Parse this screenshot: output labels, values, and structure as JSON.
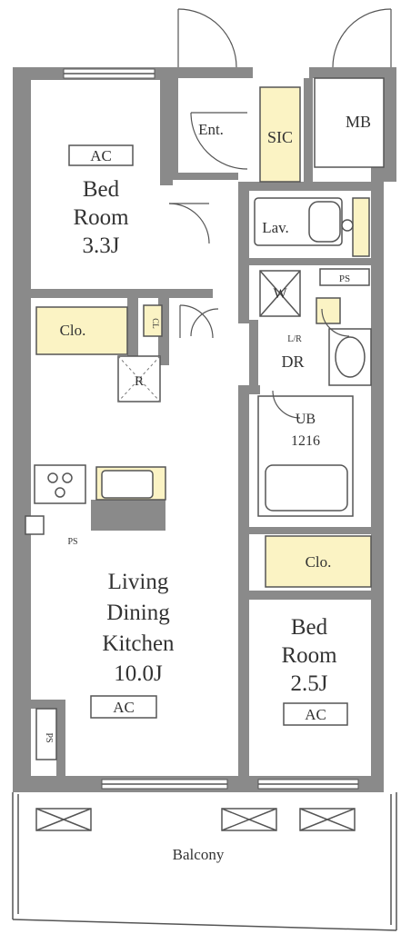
{
  "rooms": {
    "bedroom1": {
      "line1": "Bed",
      "line2": "Room",
      "size": "3.3J",
      "ac": "AC"
    },
    "bedroom2": {
      "line1": "Bed",
      "line2": "Room",
      "size": "2.5J",
      "ac": "AC"
    },
    "ldk": {
      "line1": "Living",
      "line2": "Dining",
      "line3": "Kitchen",
      "size": "10.0J",
      "ac": "AC"
    },
    "entrance": "Ent.",
    "sic": "SIC",
    "mb": "MB",
    "lavatory": "Lav.",
    "w": "W",
    "ps_top": "PS",
    "ldr": "L/R",
    "dr": "DR",
    "ub_line1": "UB",
    "ub_line2": "1216",
    "closet1": "Clo.",
    "closet2": "Clo.",
    "cl_small": "CL",
    "r": "R",
    "ps_kitchen": "PS",
    "ps_ldk": "PS",
    "balcony": "Balcony"
  },
  "colors": {
    "wall": "#8a8a8a",
    "storage": "#fbf3c4",
    "line": "#555555"
  }
}
